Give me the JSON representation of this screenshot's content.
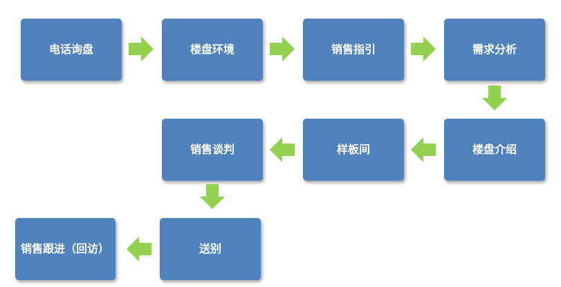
{
  "flow": {
    "steps": [
      {
        "label": "电话询盘"
      },
      {
        "label": "楼盘环境"
      },
      {
        "label": "销售指引"
      },
      {
        "label": "需求分析"
      },
      {
        "label": "楼盘介绍"
      },
      {
        "label": "样板间"
      },
      {
        "label": "销售谈判"
      },
      {
        "label": "送别"
      },
      {
        "label": "销售跟进（回访）"
      }
    ],
    "colors": {
      "box_fill": "#4f81bd",
      "box_text": "#ffffff",
      "arrow_fill": "#92d050"
    },
    "arrow_icon": "green-block-arrow-icon"
  }
}
